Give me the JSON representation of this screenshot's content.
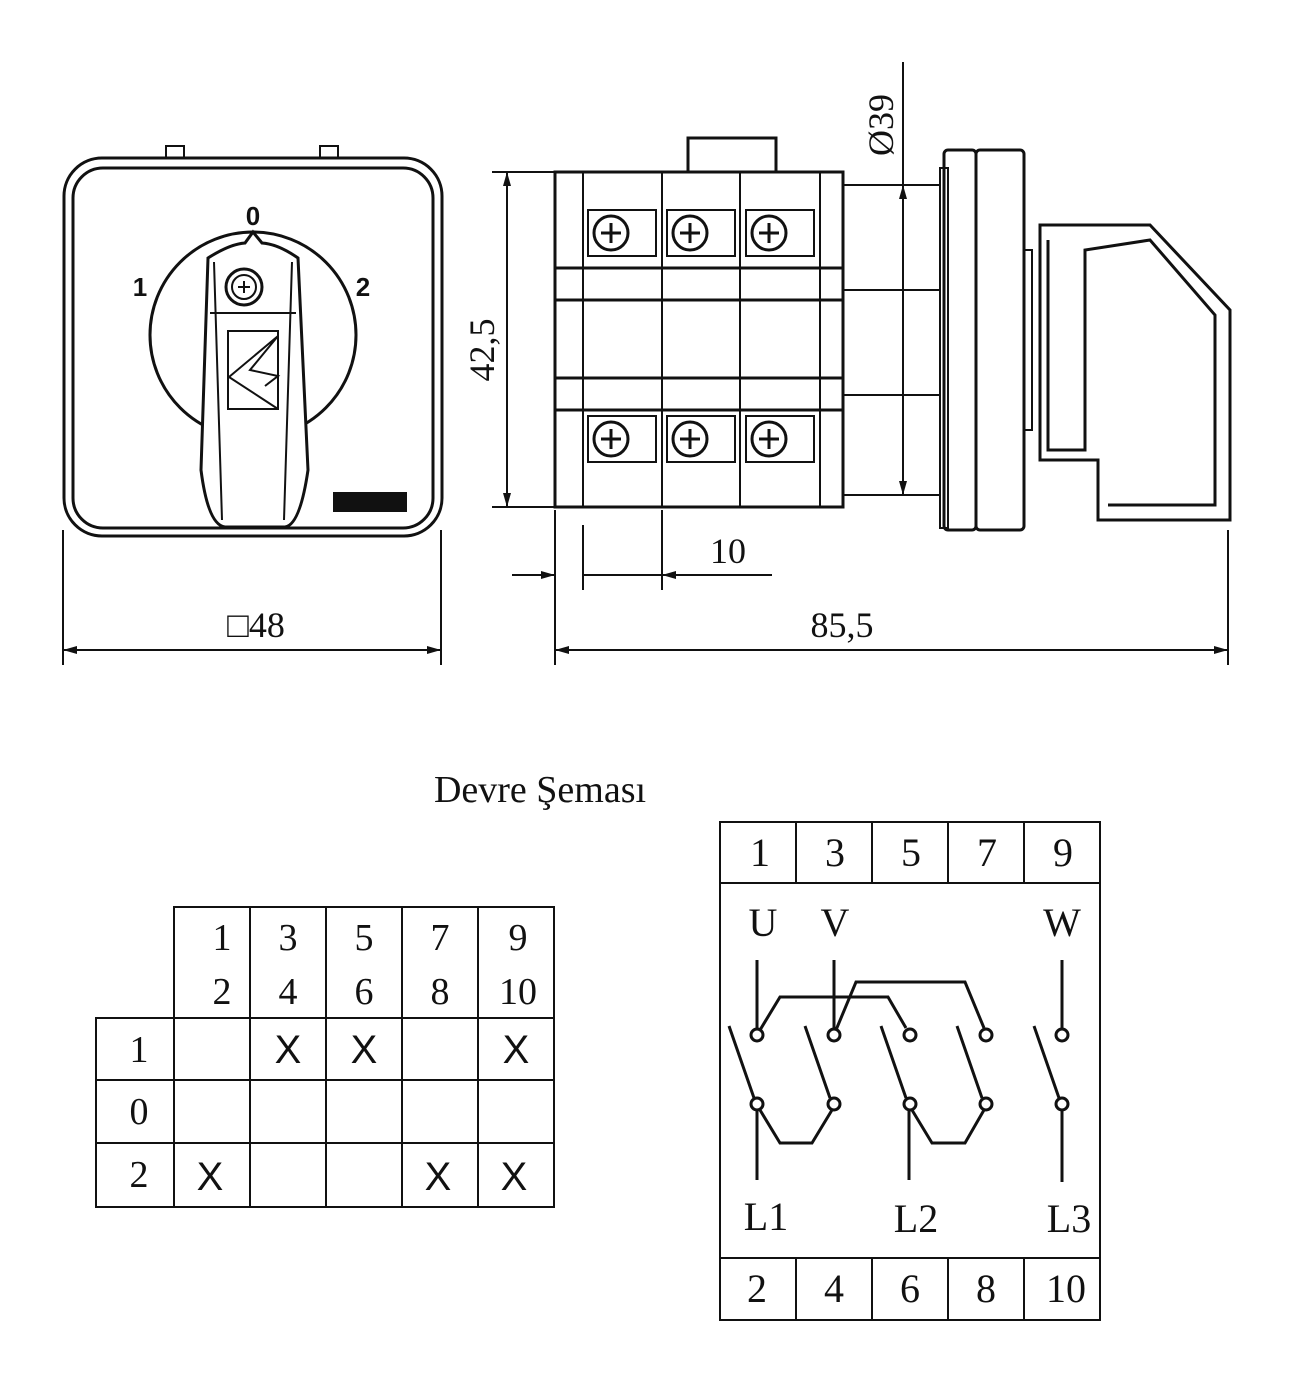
{
  "front_view": {
    "positions": {
      "left": "1",
      "top": "0",
      "right": "2"
    },
    "dimension_width": "□48"
  },
  "side_view": {
    "dimension_height": "42,5",
    "dimension_diameter": "Ø39",
    "dimension_pitch": "10",
    "dimension_length": "85,5"
  },
  "schema_title": "Devre Şeması",
  "switch_table": {
    "column_headers_top": [
      "1",
      "3",
      "5",
      "7",
      "9"
    ],
    "column_headers_bottom": [
      "2",
      "4",
      "6",
      "8",
      "10"
    ],
    "rows": [
      {
        "position": "1",
        "cells": [
          "",
          "X",
          "X",
          "",
          "X"
        ]
      },
      {
        "position": "0",
        "cells": [
          "",
          "",
          "",
          "",
          ""
        ]
      },
      {
        "position": "2",
        "cells": [
          "X",
          "",
          "",
          "X",
          "X"
        ]
      }
    ]
  },
  "wiring_diagram": {
    "top_terminals": [
      "1",
      "3",
      "5",
      "7",
      "9"
    ],
    "bottom_terminals": [
      "2",
      "4",
      "6",
      "8",
      "10"
    ],
    "outputs": [
      "U",
      "V",
      "W"
    ],
    "inputs": [
      "L1",
      "L2",
      "L3"
    ]
  }
}
